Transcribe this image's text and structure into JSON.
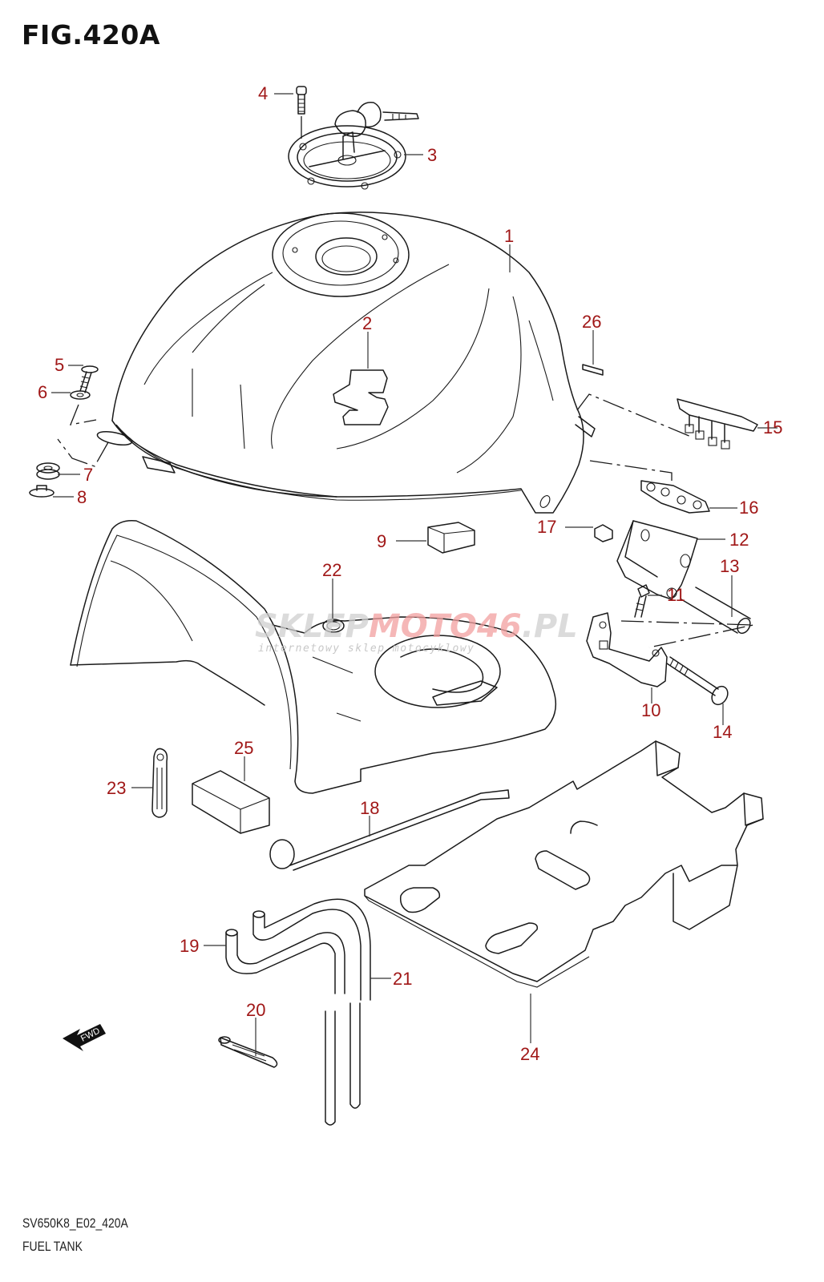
{
  "figure": {
    "title": "FIG.420A",
    "code": "SV650K8_E02_420A",
    "name": "FUEL TANK"
  },
  "callout_color": "#a01717",
  "callouts": {
    "c1": "1",
    "c2": "2",
    "c3": "3",
    "c4": "4",
    "c5": "5",
    "c6": "6",
    "c7": "7",
    "c8": "8",
    "c9": "9",
    "c10": "10",
    "c11": "11",
    "c12": "12",
    "c13": "13",
    "c14": "14",
    "c15": "15",
    "c16": "16",
    "c17": "17",
    "c18": "18",
    "c19": "19",
    "c20": "20",
    "c21": "21",
    "c22": "22",
    "c23": "23",
    "c24": "24",
    "c25": "25",
    "c26": "26"
  },
  "watermark": {
    "part1": "SKLEP",
    "part2": "MOTO",
    "part3": "46",
    "part4": ".PL",
    "tagline": "internetowy sklep motocyklowy"
  },
  "fwd_label": "FWD"
}
